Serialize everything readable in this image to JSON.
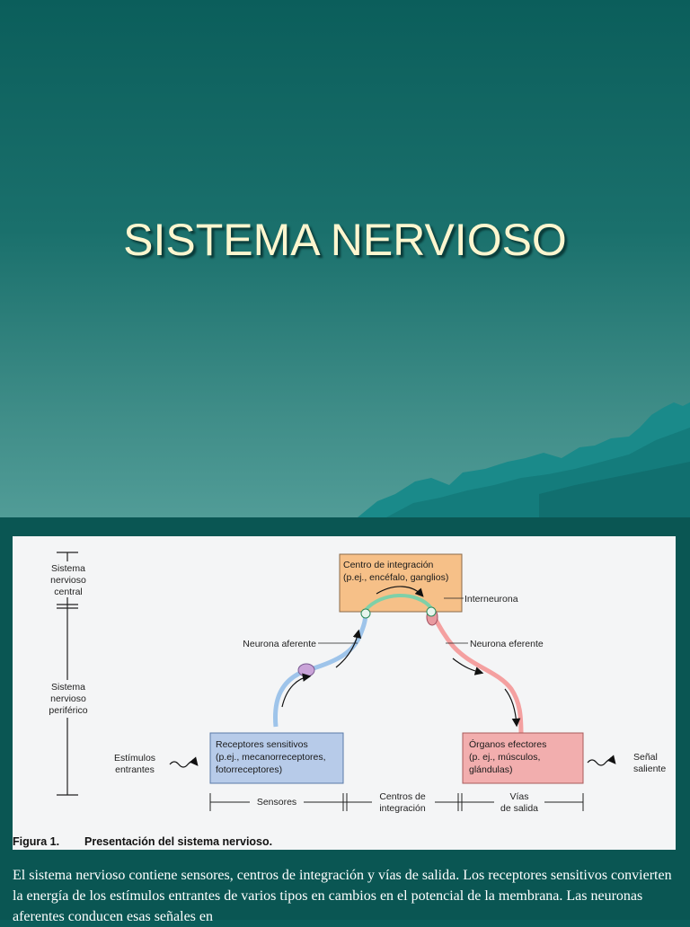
{
  "slide": {
    "title": "SISTEMA NERVIOSO"
  },
  "figure": {
    "sidebar": {
      "central": [
        "Sistema",
        "nervioso",
        "central"
      ],
      "periferico": [
        "Sistema",
        "nervioso",
        "periférico"
      ]
    },
    "center_box": [
      "Centro de integración",
      "(p.ej., encéfalo, ganglios)"
    ],
    "receptor_box": [
      "Receptores sensitivos",
      "(p.ej., mecanorreceptores,",
      "fotorreceptores)"
    ],
    "effector_box": [
      "Órganos efectores",
      "(p. ej., músculos,",
      "glándulas)"
    ],
    "labels": {
      "interneurona": "Interneurona",
      "aferente": "Neurona aferente",
      "eferente": "Neurona eferente",
      "estimulos": [
        "Estímulos",
        "entrantes"
      ],
      "senal": [
        "Señal",
        "saliente"
      ],
      "sensores": "Sensores",
      "centros": [
        "Centros de",
        "integración"
      ],
      "vias": [
        "Vías",
        "de salida"
      ]
    },
    "caption_label": "Figura   1.",
    "caption_text": "Presentación del sistema nervioso."
  },
  "caption": "El sistema nervioso contiene sensores, centros de integración y vías de salida. Los receptores sensitivos convierten la energía de los estímulos entrantes de varios tipos en cambios en el potencial de la membrana. Las neuronas aferentes conducen esas señales en",
  "colors": {
    "center_box": "#f6c088",
    "receptor_box": "#b7cbe9",
    "effector_box": "#f2aeae",
    "title": "#fdf6cf"
  }
}
